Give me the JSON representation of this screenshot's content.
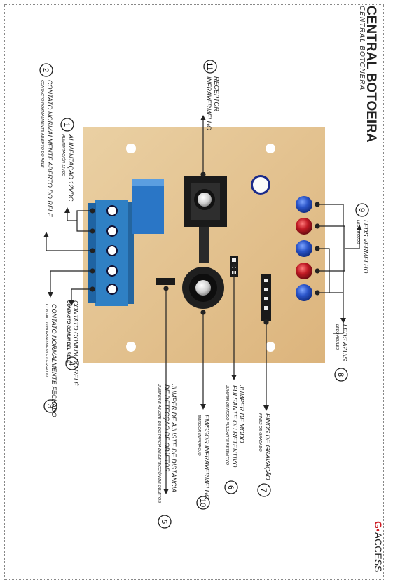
{
  "title": "CENTRAL BOTOEIRA",
  "subtitle": "CENTRAL BOTONERA",
  "brand": {
    "g": "G",
    "rest": "ACCESS"
  },
  "callouts": [
    {
      "num": "1",
      "pt": "ALIMENTAÇÃO 12VDC",
      "es": "ALIMENTACIÓN 12VDC"
    },
    {
      "num": "2",
      "pt": "CONTATO NORMALMENTE ABERTO DO RELÉ",
      "es": "CONTACTO NORMALMENTE ABIERTO DO RELÉ"
    },
    {
      "num": "3",
      "pt": "CONTATO NORMALMENTE FECHADO",
      "es": "CONTACTO NORMALMENTE CERRADO"
    },
    {
      "num": "4",
      "pt": "CONTATO COMUM DO RELÉ",
      "es": "CONTACTO COMÚN DEL RELÉ"
    },
    {
      "num": "5",
      "pt1": "JUMPER DE AJUSTE DE DISTÂNCIA",
      "pt2": "DE DETECÇÃO DE OBJETOS",
      "es": "JUMPER E AJUSTE DE DISTANCIA DE DETECCIÓN DE OBJETOS"
    },
    {
      "num": "6",
      "pt1": "JUMPER DE MODO",
      "pt2": "PULSANTE OU RETENTIVO",
      "es": "JUMPER DE MODO PULSANTE RETENTIVO"
    },
    {
      "num": "7",
      "pt": "PINOS DE GRAVAÇÃO",
      "es": "PINES DE GRABADO"
    },
    {
      "num": "8",
      "pt": "LEDS AZUIS",
      "es": "LEDS AZULES"
    },
    {
      "num": "9",
      "pt": "LEDS VERMELHO",
      "es": "LEDS ROJOS"
    },
    {
      "num": "10",
      "pt": "EMISSOR INFRAVERMELHO",
      "es": "EMISSOR INFRAROJO"
    },
    {
      "num": "11",
      "pt1": "RECEPTOR",
      "pt2": "INFRAVERMELHO",
      "es": ""
    }
  ],
  "colors": {
    "board": "#e7c58e",
    "terminal": "#2f80c4",
    "relay": "#2a76c6",
    "led_blue": "#2b55c9",
    "led_red": "#c01a24",
    "line": "#222222"
  }
}
